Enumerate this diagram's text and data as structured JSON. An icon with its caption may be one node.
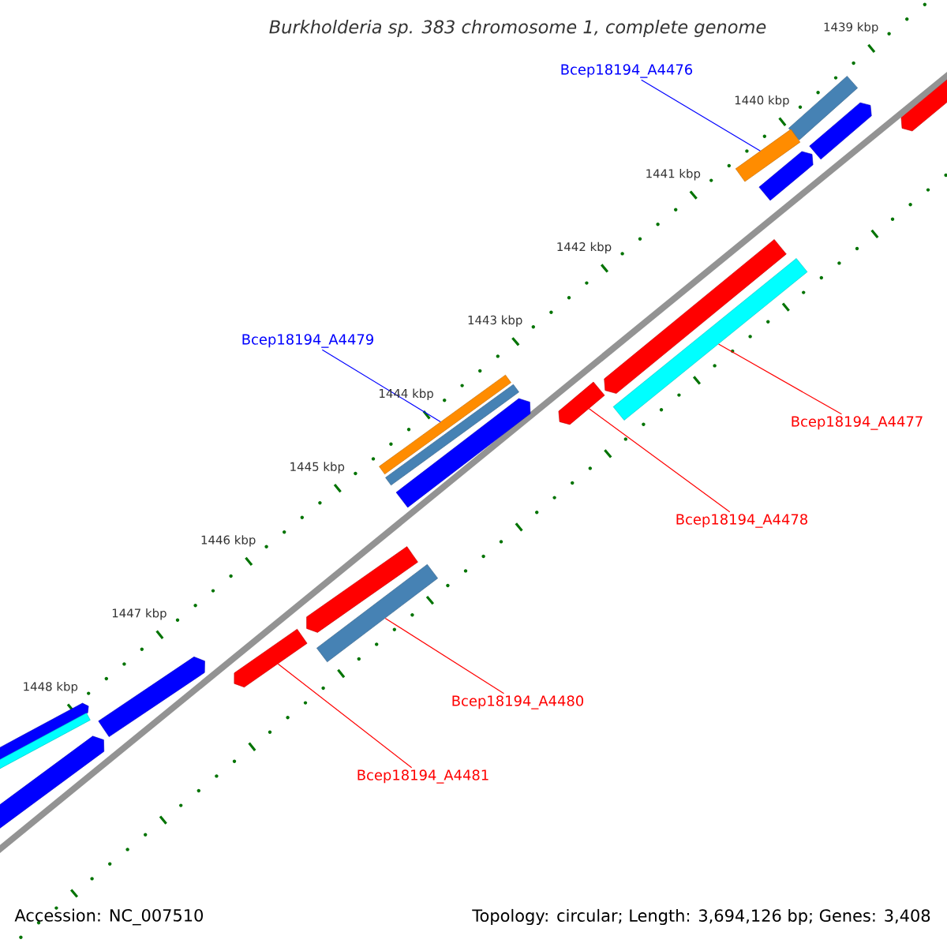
{
  "diagram": {
    "title": "Burkholderia sp. 383 chromosome 1, complete genome",
    "nodes": [
      {
        "text": [
          "Bcep18194_A4476"
        ]
      },
      {
        "text": [],
        "shape": "bar"
      },
      {
        "text": [],
        "shape": "bar"
      },
      {
        "text": [],
        "shape": "bar"
      },
      {
        "text": [],
        "shape": "bar"
      },
      {
        "text": [],
        "shape": "bar"
      },
      {
        "text": [],
        "shape": "bar"
      },
      {
        "text": [],
        "shape": "bar"
      },
      {
        "text": [
          "Bcep18194_A4479"
        ]
      },
      {
        "text": [],
        "shape": "bar"
      },
      {
        "text": [],
        "shape": "bar"
      },
      {
        "text": [],
        "shape": "bar"
      },
      {
        "text": [],
        "shape": "bar"
      },
      {
        "text": [
          "Bcep18194_A4477"
        ]
      },
      {
        "text": [
          "Bcep18194_A4478"
        ]
      },
      {
        "text": [],
        "shape": "bar"
      },
      {
        "text": [],
        "shape": "bar"
      },
      {
        "text": [],
        "shape": "bar"
      },
      {
        "text": [],
        "shape": "bar"
      },
      {
        "text": [
          "Bcep18194_A4480"
        ]
      },
      {
        "text": [],
        "shape": "bar"
      },
      {
        "text": [
          "Bcep18194_A4481"
        ]
      }
    ],
    "edges": [
      {
        "from": 0,
        "to": 2,
        "arrow": "none",
        "color": "#0000ff"
      },
      {
        "from": 8,
        "to": 9,
        "arrow": "none",
        "color": "#0000ff"
      },
      {
        "from": 13,
        "to": 7,
        "arrow": "none"
      },
      {
        "from": 14,
        "to": 12,
        "arrow": "none"
      },
      {
        "from": 19,
        "to": 16,
        "arrow": "none"
      },
      {
        "from": 21,
        "to": 18,
        "arrow": "none"
      }
    ],
    "labels": [
      "1439 kbp",
      "1440 kbp",
      "1441 kbp",
      "1442 kbp",
      "1443 kbp",
      "1444 kbp",
      "1445 kbp",
      "1446 kbp",
      "1447 kbp",
      "1448 kbp",
      "Accession: NC_007510",
      "Topology: circular; Length: 3,694,126 bp; Genes: 3,408"
    ]
  }
}
